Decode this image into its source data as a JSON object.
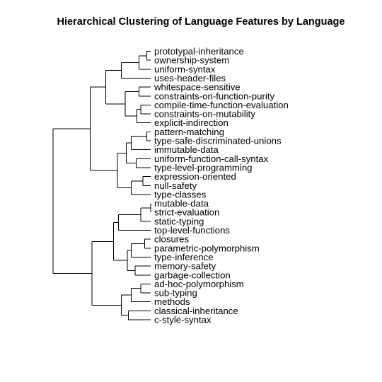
{
  "chart_data": {
    "type": "dendrogram",
    "title": "Hierarchical Clustering of Language Features by Language",
    "orientation": "horizontal",
    "leaves": [
      "prototypal-inheritance",
      "ownership-system",
      "uniform-syntax",
      "uses-header-files",
      "whitespace-sensitive",
      "constraints-on-function-purity",
      "compile-time-function-evaluation",
      "constraints-on-mutability",
      "explicit-indirection",
      "pattern-matching",
      "type-safe-discriminated-unions",
      "immutable-data",
      "uniform-function-call-syntax",
      "type-level-programming",
      "expression-oriented",
      "null-safety",
      "type-classes",
      "mutable-data",
      "strict-evaluation",
      "static-typing",
      "top-level-functions",
      "closures",
      "parametric-polymorphism",
      "type-inference",
      "memory-safety",
      "garbage-collection",
      "ad-hoc-polymorphism",
      "sub-typing",
      "methods",
      "classical-inheritance",
      "c-style-syntax"
    ],
    "tree": {
      "h": 1.0,
      "children": [
        {
          "h": 0.62,
          "children": [
            {
              "h": 0.46,
              "children": [
                {
                  "h": 0.3,
                  "children": [
                    {
                      "h": 0.12,
                      "children": [
                        {
                          "h": 0.04,
                          "children": [
                            0,
                            1
                          ]
                        },
                        2
                      ]
                    },
                    3
                  ]
                },
                {
                  "h": 0.26,
                  "children": [
                    {
                      "h": 0.12,
                      "children": [
                        4,
                        5
                      ]
                    },
                    {
                      "h": 0.14,
                      "children": [
                        {
                          "h": 0.1,
                          "children": [
                            6,
                            7
                          ]
                        },
                        8
                      ]
                    }
                  ]
                }
              ]
            },
            {
              "h": 0.34,
              "children": [
                {
                  "h": 0.25,
                  "children": [
                    {
                      "h": 0.2,
                      "children": [
                        {
                          "h": 0.04,
                          "children": [
                            9,
                            10
                          ]
                        },
                        11
                      ]
                    },
                    {
                      "h": 0.15,
                      "children": [
                        12,
                        13
                      ]
                    }
                  ]
                },
                {
                  "h": 0.2,
                  "children": [
                    {
                      "h": 0.08,
                      "children": [
                        14,
                        15
                      ]
                    },
                    16
                  ]
                }
              ]
            }
          ]
        },
        {
          "h": 0.6,
          "children": [
            {
              "h": 0.38,
              "children": [
                {
                  "h": 0.33,
                  "children": [
                    {
                      "h": 0.1,
                      "children": [
                        {
                          "h": 0.0,
                          "children": [
                            17,
                            18
                          ]
                        },
                        19
                      ]
                    },
                    20
                  ]
                },
                {
                  "h": 0.24,
                  "children": [
                    {
                      "h": 0.2,
                      "children": [
                        {
                          "h": 0.06,
                          "children": [
                            21,
                            22
                          ]
                        },
                        23
                      ]
                    },
                    {
                      "h": 0.16,
                      "children": [
                        24,
                        25
                      ]
                    }
                  ]
                }
              ]
            },
            {
              "h": 0.3,
              "children": [
                {
                  "h": 0.2,
                  "children": [
                    {
                      "h": 0.1,
                      "children": [
                        26,
                        27
                      ]
                    },
                    28
                  ]
                },
                {
                  "h": 0.23,
                  "children": [
                    29,
                    30
                  ]
                }
              ]
            }
          ]
        }
      ]
    }
  }
}
